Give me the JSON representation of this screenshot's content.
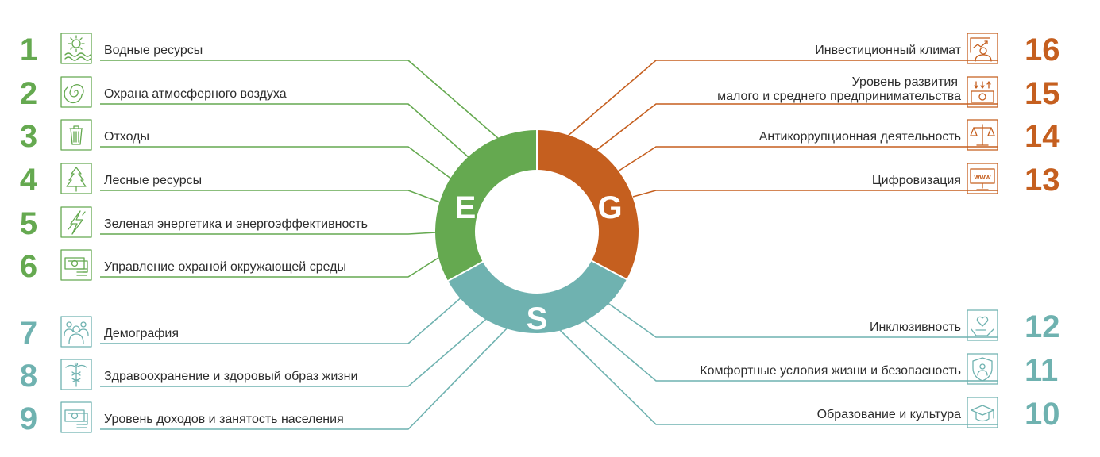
{
  "colors": {
    "E": "#65a950",
    "G": "#c55f1f",
    "S": "#6fb2b0",
    "text": "#2d2d2d"
  },
  "ring_letters": {
    "E": "E",
    "G": "G",
    "S": "S"
  },
  "left_items": [
    {
      "num": "1",
      "label": "Водные ресурсы",
      "icon": "water-icon",
      "group": "E"
    },
    {
      "num": "2",
      "label": "Охрана атмосферного воздуха",
      "icon": "air-icon",
      "group": "E"
    },
    {
      "num": "3",
      "label": "Отходы",
      "icon": "trash-icon",
      "group": "E"
    },
    {
      "num": "4",
      "label": "Лесные ресурсы",
      "icon": "tree-icon",
      "group": "E"
    },
    {
      "num": "5",
      "label": "Зеленая энергетика и энергоэффективность",
      "icon": "lightning-icon",
      "group": "E"
    },
    {
      "num": "6",
      "label": "Управление охраной окружающей среды",
      "icon": "money-icon",
      "group": "E"
    },
    {
      "num": "7",
      "label": "Демография",
      "icon": "people-icon",
      "group": "S"
    },
    {
      "num": "8",
      "label": "Здравоохранение и здоровый образ жизни",
      "icon": "caduceus-icon",
      "group": "S"
    },
    {
      "num": "9",
      "label": "Уровень доходов и занятость населения",
      "icon": "money-icon",
      "group": "S"
    }
  ],
  "right_items": [
    {
      "num": "16",
      "lines": [
        "Инвестиционный климат"
      ],
      "icon": "investment-icon",
      "group": "G"
    },
    {
      "num": "15",
      "lines": [
        "Уровень развития",
        "малого и среднего предпринимательства"
      ],
      "icon": "business-icon",
      "group": "G"
    },
    {
      "num": "14",
      "lines": [
        "Антикоррупционная деятельность"
      ],
      "icon": "scales-icon",
      "group": "G"
    },
    {
      "num": "13",
      "lines": [
        "Цифровизация"
      ],
      "icon": "www-icon",
      "group": "G",
      "icon_text": "www"
    },
    {
      "num": "12",
      "lines": [
        "Инклюзивность"
      ],
      "icon": "heart-hand-icon",
      "group": "S"
    },
    {
      "num": "11",
      "lines": [
        "Комфортные условия жизни и безопасность"
      ],
      "icon": "shield-icon",
      "group": "S"
    },
    {
      "num": "10",
      "lines": [
        "Образование и культура"
      ],
      "icon": "graduation-cap-icon",
      "group": "S"
    }
  ]
}
